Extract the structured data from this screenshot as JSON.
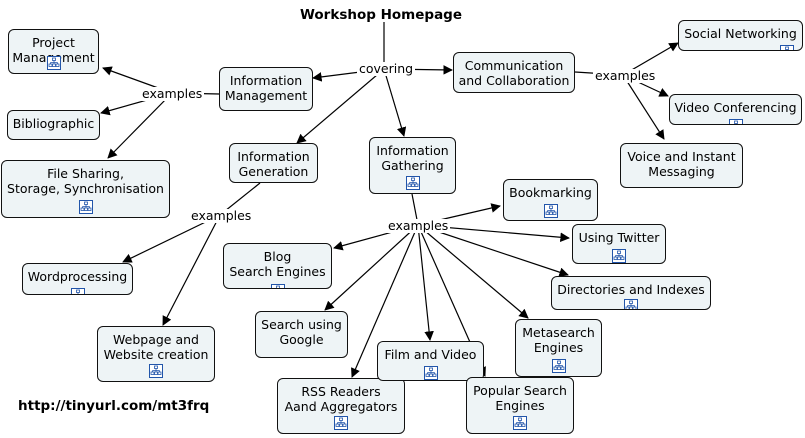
{
  "title": "Workshop Homepage",
  "url": "http://tinyurl.com/mt3frq",
  "linking_phrases": {
    "covering": "covering",
    "examples": "examples"
  },
  "nodes": {
    "project_management": {
      "label": "Project\nManagement",
      "has_resource": true
    },
    "bibliographic": {
      "label": "Bibliographic",
      "has_resource": false
    },
    "file_sharing": {
      "label": "File Sharing,\nStorage, Synchronisation",
      "has_resource": true
    },
    "information_management": {
      "label": "Information\nManagement",
      "has_resource": false
    },
    "information_generation": {
      "label": "Information\nGeneration",
      "has_resource": false
    },
    "information_gathering": {
      "label": "Information\nGathering",
      "has_resource": true
    },
    "communication_collaboration": {
      "label": "Communication\nand Collaboration",
      "has_resource": false
    },
    "social_networking": {
      "label": "Social Networking",
      "has_resource": true
    },
    "video_conferencing": {
      "label": "Video Conferencing",
      "has_resource": true
    },
    "voice_messaging": {
      "label": "Voice and Instant\nMessaging",
      "has_resource": false
    },
    "wordprocessing": {
      "label": "Wordprocessing",
      "has_resource": true
    },
    "webpage_creation": {
      "label": "Webpage and\nWebsite creation",
      "has_resource": true
    },
    "blog_search": {
      "label": "Blog\nSearch Engines",
      "has_resource": true
    },
    "search_google": {
      "label": "Search using\nGoogle",
      "has_resource": false
    },
    "rss_readers": {
      "label": "RSS Readers\nAand Aggregators",
      "has_resource": true
    },
    "film_video": {
      "label": "Film and Video",
      "has_resource": true
    },
    "popular_search": {
      "label": "Popular Search\nEngines",
      "has_resource": true
    },
    "metasearch": {
      "label": "Metasearch\nEngines",
      "has_resource": true
    },
    "directories": {
      "label": "Directories and Indexes",
      "has_resource": true
    },
    "using_twitter": {
      "label": "Using Twitter",
      "has_resource": true
    },
    "bookmarking": {
      "label": "Bookmarking",
      "has_resource": true
    }
  },
  "edges": [
    {
      "from": "title",
      "to": "covering"
    },
    {
      "from": "covering",
      "to": "information_management"
    },
    {
      "from": "covering",
      "to": "communication_collaboration"
    },
    {
      "from": "covering",
      "to": "information_generation"
    },
    {
      "from": "covering",
      "to": "information_gathering"
    },
    {
      "from": "information_management",
      "to": "examples_mgmt"
    },
    {
      "from": "examples_mgmt",
      "to": "project_management"
    },
    {
      "from": "examples_mgmt",
      "to": "bibliographic"
    },
    {
      "from": "examples_mgmt",
      "to": "file_sharing"
    },
    {
      "from": "communication_collaboration",
      "to": "examples_comm"
    },
    {
      "from": "examples_comm",
      "to": "social_networking"
    },
    {
      "from": "examples_comm",
      "to": "video_conferencing"
    },
    {
      "from": "examples_comm",
      "to": "voice_messaging"
    },
    {
      "from": "information_generation",
      "to": "examples_gen"
    },
    {
      "from": "examples_gen",
      "to": "wordprocessing"
    },
    {
      "from": "examples_gen",
      "to": "webpage_creation"
    },
    {
      "from": "information_gathering",
      "to": "examples_gath"
    },
    {
      "from": "examples_gath",
      "to": "bookmarking"
    },
    {
      "from": "examples_gath",
      "to": "using_twitter"
    },
    {
      "from": "examples_gath",
      "to": "directories"
    },
    {
      "from": "examples_gath",
      "to": "metasearch"
    },
    {
      "from": "examples_gath",
      "to": "popular_search"
    },
    {
      "from": "examples_gath",
      "to": "film_video"
    },
    {
      "from": "examples_gath",
      "to": "rss_readers"
    },
    {
      "from": "examples_gath",
      "to": "search_google"
    },
    {
      "from": "examples_gath",
      "to": "blog_search"
    }
  ]
}
